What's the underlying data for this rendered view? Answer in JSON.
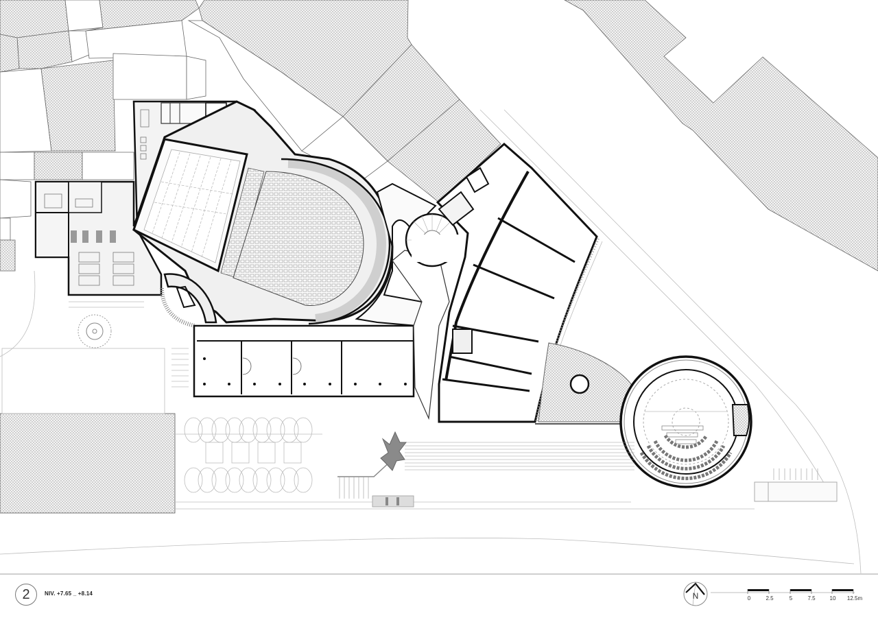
{
  "drawing": {
    "type": "architectural floor plan",
    "sheet_number": "2",
    "level_label": "NIV. +7.65 _ +8.14",
    "north_arrow_label": "N",
    "scale_bar": {
      "ticks": [
        "0",
        "2.5",
        "5",
        "7.5",
        "10",
        "12.5m"
      ],
      "unit": "m"
    },
    "spaces": [
      {
        "name": "main-auditorium",
        "description": "horseshoe auditorium with stalls seating"
      },
      {
        "name": "stage",
        "description": "rectangular stage with fly rigging lines"
      },
      {
        "name": "round-hall",
        "description": "circular auditorium with tiered seating"
      },
      {
        "name": "fan-wing",
        "description": "fan-shaped block of radial rooms"
      },
      {
        "name": "rehearsal-wing",
        "description": "long bar of four rooms with columns"
      },
      {
        "name": "offices",
        "description": "office block with tables and desks"
      },
      {
        "name": "spiral-stairs",
        "description": "curved stair cores"
      },
      {
        "name": "plaza",
        "description": "terrace with tree rows, benches and steps"
      }
    ]
  },
  "colors": {
    "background": "#ffffff",
    "wall": "#111111",
    "thin_line": "#555555",
    "hatch_fill": "#e6e6e6",
    "light_fill": "#f2f2f2",
    "footer_rule": "#cfcfcf"
  }
}
